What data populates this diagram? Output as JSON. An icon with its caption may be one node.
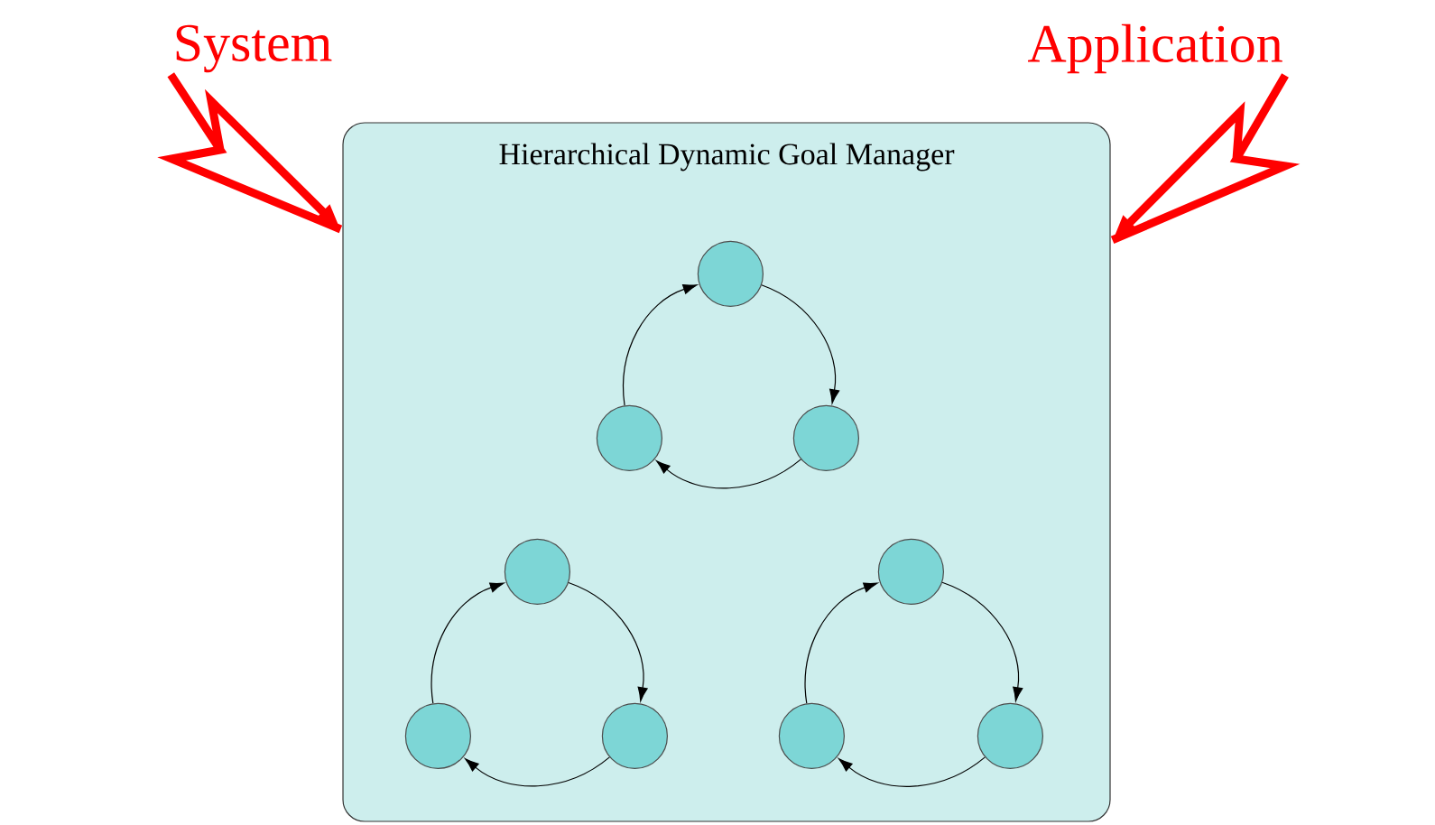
{
  "diagram": {
    "nodes": [
      {
        "text": [
          "System"
        ]
      },
      {
        "text": [
          "Application"
        ]
      },
      {
        "text": [
          "Hierarchical Dynamic Goal Manager"
        ]
      },
      {
        "text": [],
        "shape": "circle",
        "in": 2
      },
      {
        "text": [],
        "shape": "circle",
        "in": 2
      },
      {
        "text": [],
        "shape": "circle",
        "in": 2
      },
      {
        "text": [],
        "shape": "circle",
        "in": 2
      },
      {
        "text": [],
        "shape": "circle",
        "in": 2
      },
      {
        "text": [],
        "shape": "circle",
        "in": 2
      },
      {
        "text": [],
        "shape": "circle",
        "in": 2
      },
      {
        "text": [],
        "shape": "circle",
        "in": 2
      },
      {
        "text": [],
        "shape": "circle",
        "in": 2
      }
    ],
    "edges": [
      {
        "from": 0,
        "to": 2,
        "arrow": "to",
        "style": "thick",
        "color": "#ff0000"
      },
      {
        "from": 1,
        "to": 2,
        "arrow": "to",
        "style": "thick",
        "color": "#ff0000"
      },
      {
        "from": 3,
        "to": 5,
        "arrow": "to"
      },
      {
        "from": 5,
        "to": 4,
        "arrow": "to"
      },
      {
        "from": 4,
        "to": 3,
        "arrow": "to"
      },
      {
        "from": 6,
        "to": 9,
        "arrow": "to"
      },
      {
        "from": 9,
        "to": 8,
        "arrow": "to"
      },
      {
        "from": 8,
        "to": 6,
        "arrow": "to"
      },
      {
        "from": 7,
        "to": 11,
        "arrow": "to"
      },
      {
        "from": 11,
        "to": 10,
        "arrow": "to"
      },
      {
        "from": 10,
        "to": 7,
        "arrow": "to"
      }
    ]
  }
}
